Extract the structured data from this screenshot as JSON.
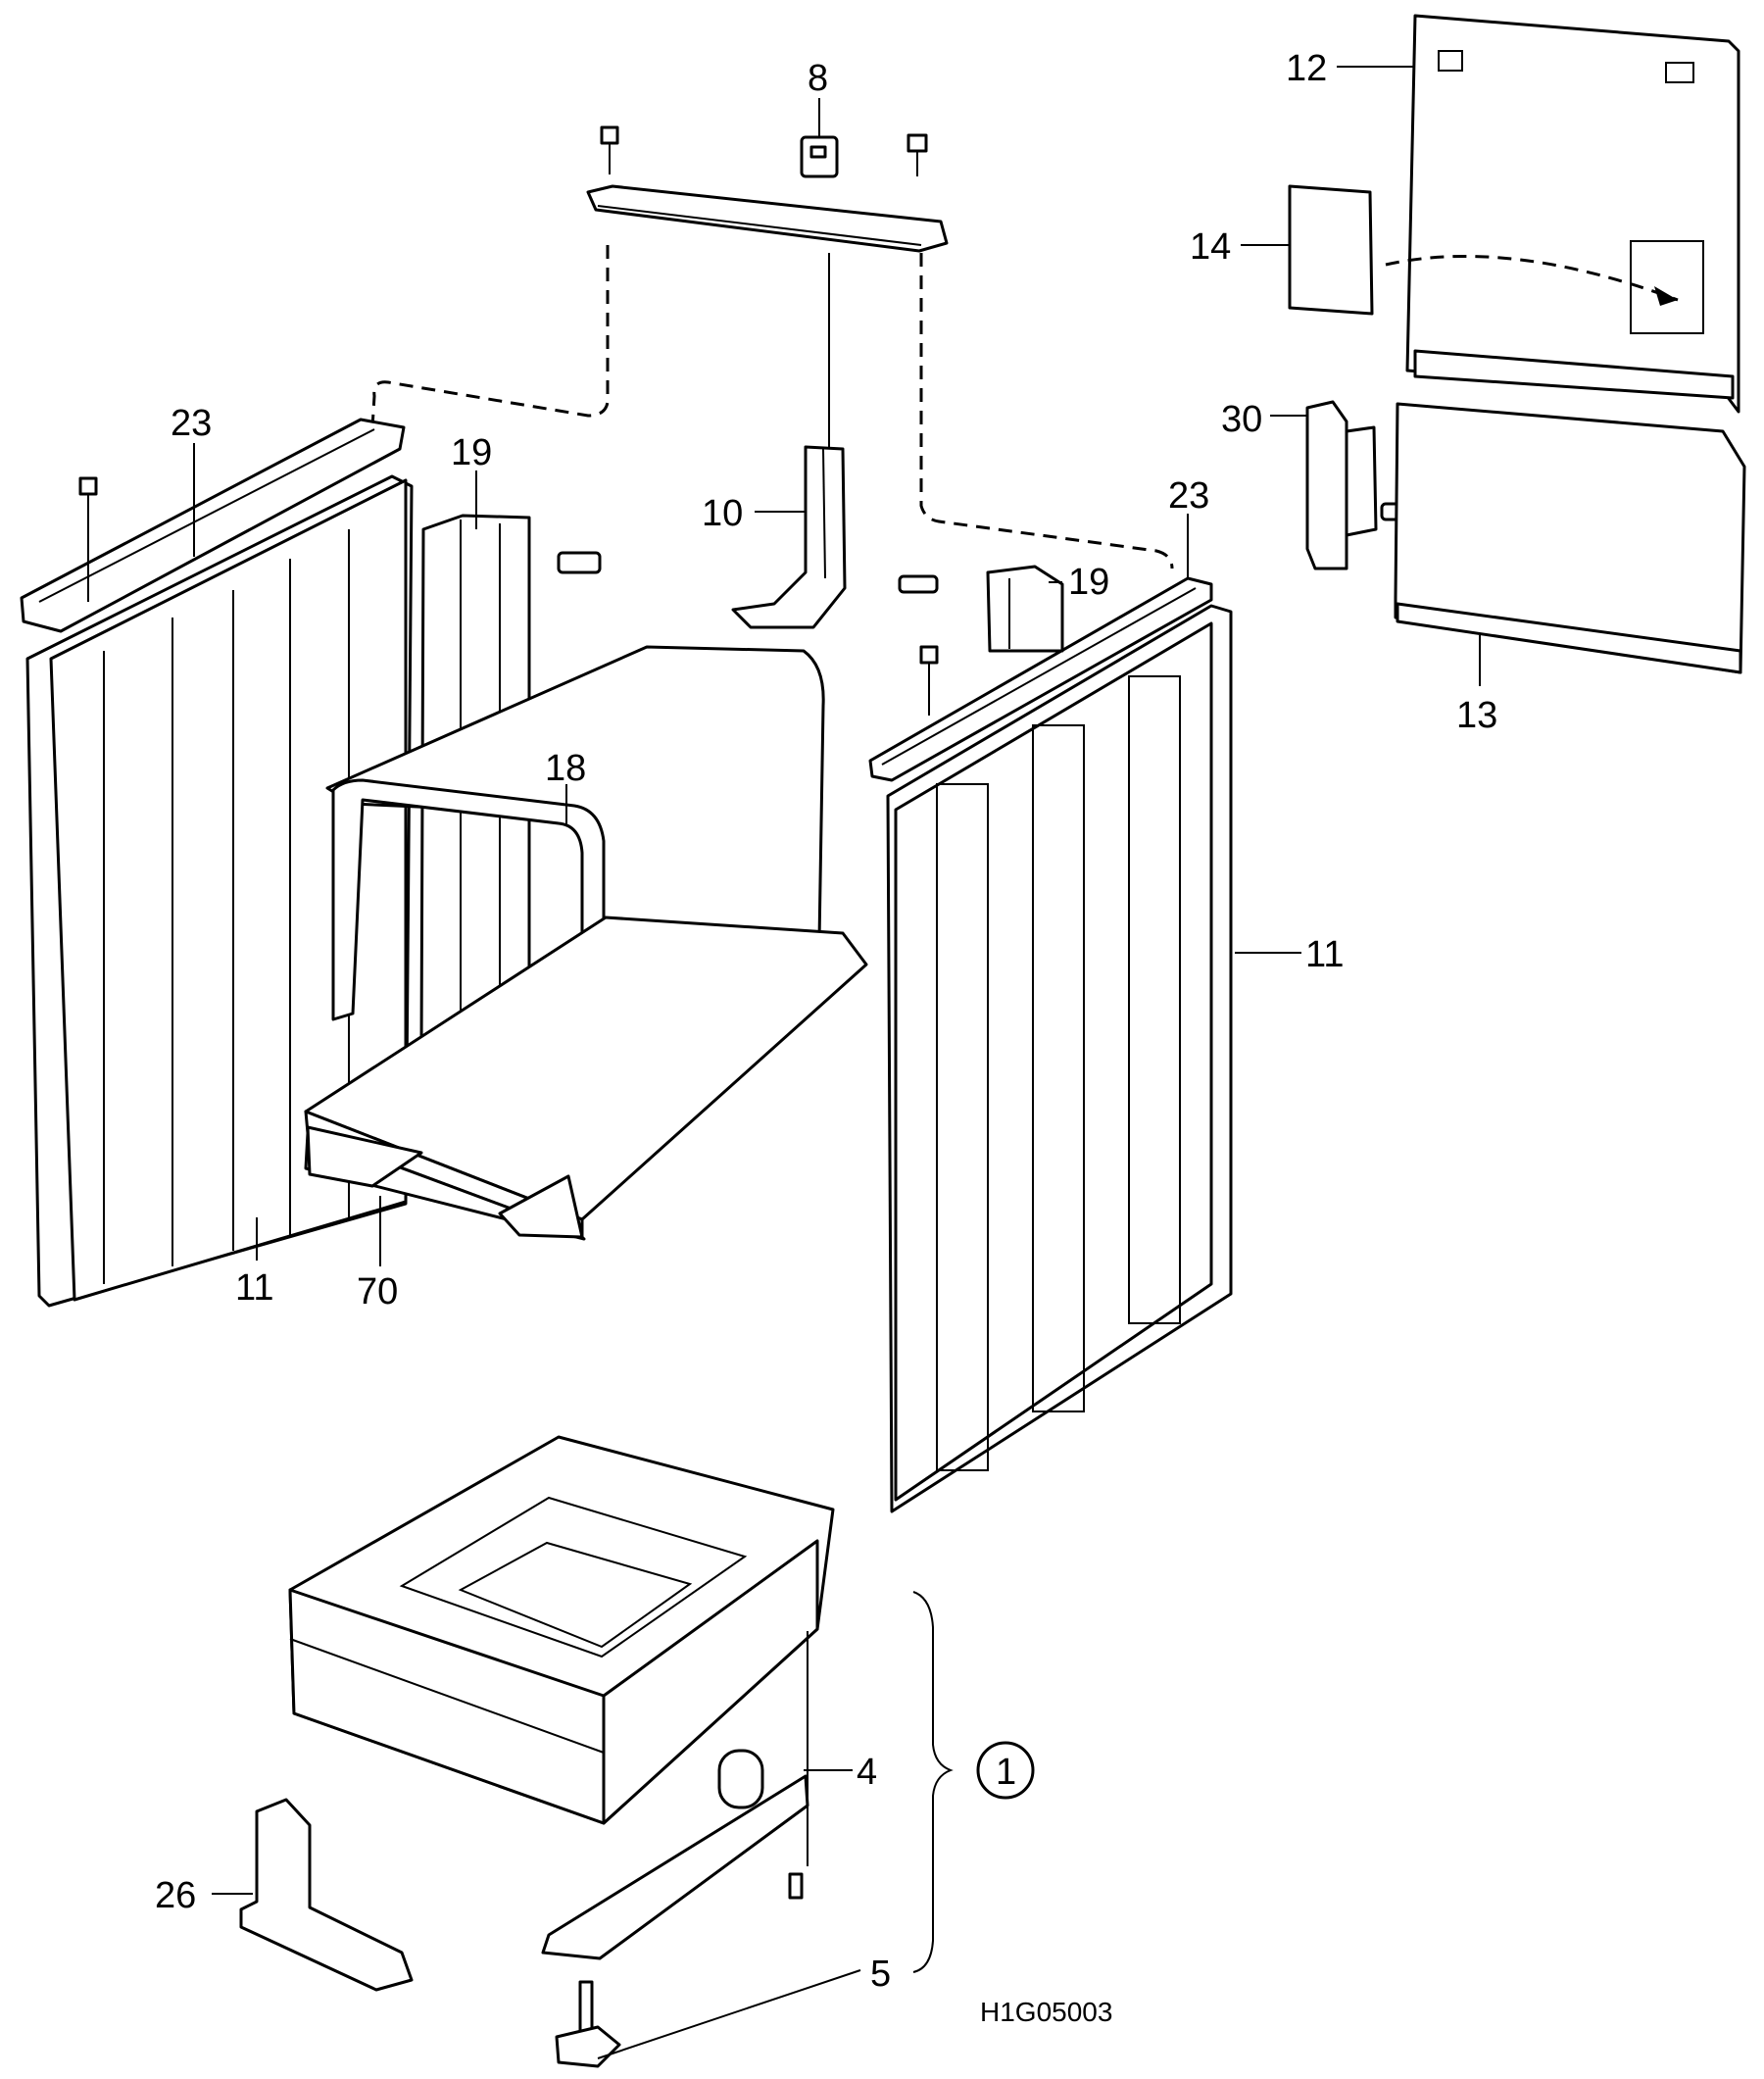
{
  "drawing_code": "H1G05003",
  "group_label": "1",
  "callouts": {
    "c8": "8",
    "c12": "12",
    "c14": "14",
    "c23a": "23",
    "c19a": "19",
    "c10": "10",
    "c30": "30",
    "c23b": "23",
    "c19b": "19",
    "c13": "13",
    "c18": "18",
    "c11a": "11",
    "c11b": "11",
    "c70": "70",
    "c4": "4",
    "c26": "26",
    "c5": "5"
  }
}
